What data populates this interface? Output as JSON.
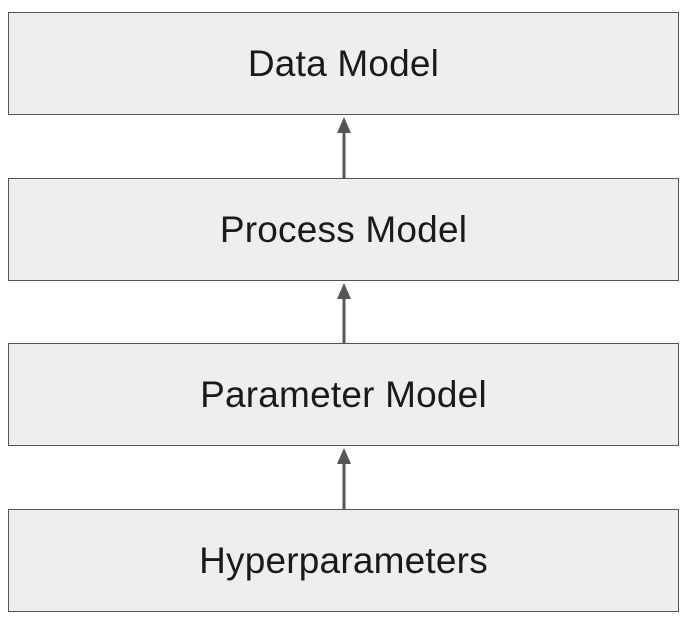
{
  "diagram": {
    "type": "layered-stack",
    "layers": [
      {
        "id": "data-model",
        "label": "Data Model"
      },
      {
        "id": "process-model",
        "label": "Process Model"
      },
      {
        "id": "parameter-model",
        "label": "Parameter Model"
      },
      {
        "id": "hyperparameters",
        "label": "Hyperparameters"
      }
    ],
    "edges": [
      {
        "from": "process-model",
        "to": "data-model"
      },
      {
        "from": "parameter-model",
        "to": "process-model"
      },
      {
        "from": "hyperparameters",
        "to": "parameter-model"
      }
    ],
    "colors": {
      "box_fill": "#eeeeee",
      "box_border": "#555555",
      "arrow": "#555555",
      "text": "#1a1a1a"
    }
  }
}
